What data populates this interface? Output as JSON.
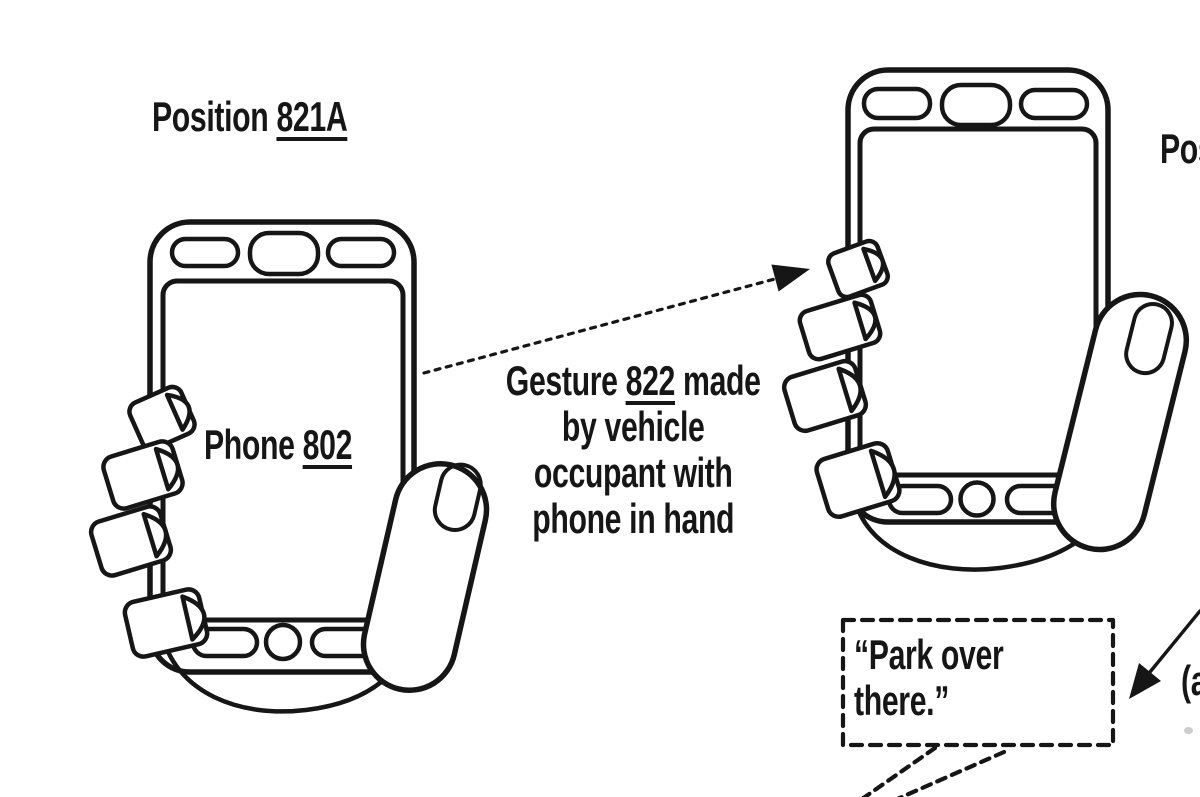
{
  "colors": {
    "ink": "#161616",
    "paper": "#ffffff"
  },
  "labels": {
    "left_position": {
      "prefix": "Position ",
      "number": "821A"
    },
    "left_phone": {
      "prefix": "Phone ",
      "number": "802"
    },
    "right_position_partial": "Pos",
    "gesture": {
      "line1_prefix": "Gesture ",
      "line1_number": "822",
      "line1_suffix": " made",
      "line2": "by vehicle",
      "line3": "occupant with",
      "line4": "phone in hand"
    },
    "speech": {
      "line1": "“Park over",
      "line2": "there.”"
    },
    "partial_annotation": "(a"
  }
}
